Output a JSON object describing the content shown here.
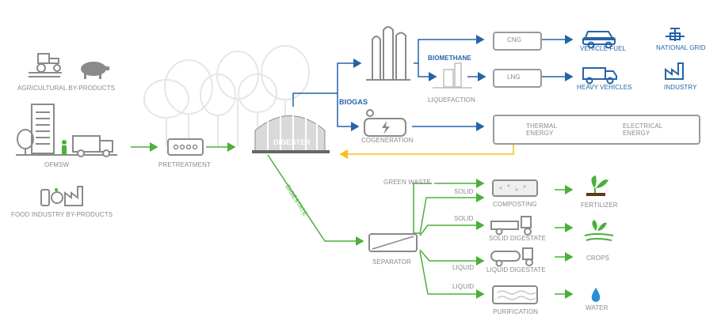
{
  "labels": {
    "agricultural": "AGRICULTURAL BY-PRODUCTS",
    "ofmsw": "OFMSW",
    "food_industry": "FOOD INDUSTRY BY-PRODUCTS",
    "pretreatment": "PRETREATMENT",
    "digester": "DIGESTER",
    "biogas": "BIOGAS",
    "biomethane": "BIOMETHANE",
    "liquefaction": "LIQUEFACTION",
    "cng": "CNG",
    "lng": "LNG",
    "vehicle_fuel": "VEHICLE FUEL",
    "heavy_vehicles": "HEAVY VEHICLES",
    "national_grid": "NATIONAL GRID",
    "industry": "INDUSTRY",
    "cogeneration": "COGENERATION",
    "thermal_energy": "THERMAL ENERGY",
    "electrical_energy": "ELECTRICAL ENERGY",
    "digestate": "DIGESTATE",
    "separator": "SEPARATOR",
    "green_waste": "GREEN WASTE",
    "solid_1": "SOLID",
    "solid_2": "SOLID",
    "liquid_1": "LIQUID",
    "liquid_2": "LIQUID",
    "composting": "COMPOSTING",
    "solid_digestate": "SOLID DIGESTATE",
    "liquid_digestate": "LIQUID DIGESTATE",
    "purification": "PURIFICATION",
    "fertilizer": "FERTILIZER",
    "crops": "CROPS",
    "water": "WATER"
  },
  "colors": {
    "gray": "#8a8a8a",
    "blue": "#2464a8",
    "green": "#4caf3a",
    "yellow": "#f2c21a",
    "light_gray": "#e6e6e6"
  },
  "icons": [
    "tractor-icon",
    "pig-icon",
    "building-icon",
    "tree-icon",
    "garbage-truck-icon",
    "food-factory-icon",
    "pretreatment-unit-icon",
    "forest-background-icon",
    "digester-dome-icon",
    "distillation-column-icon",
    "liquefaction-plant-icon",
    "cogeneration-engine-icon",
    "car-icon",
    "truck-icon",
    "pipeline-valve-icon",
    "factory-icon",
    "thermometer-icon",
    "lightbulb-icon",
    "separator-icon",
    "compost-bed-icon",
    "tractor-trailer-icon",
    "tank-tractor-icon",
    "purification-bed-icon",
    "plant-sprout-icon",
    "crops-field-icon",
    "water-drop-icon"
  ]
}
